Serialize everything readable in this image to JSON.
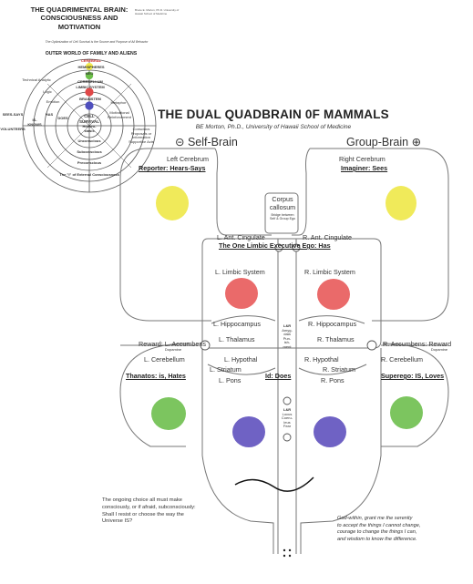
{
  "inset": {
    "title": "THE QUADRIMENTAL BRAIN: CONSCIOUSNESS AND MOTIVATION",
    "author": "Bruce E. Morton, Ph.D. University of Hawaii School of Medicine",
    "subtitle": "The Optimization of Cell Survival is the Source and Purpose of All Behavior",
    "outer_world": "OUTER WORLD OF FAMILY AND ALIENS",
    "core": [
      "CELL",
      "SURVIVAL",
      "Homeo-",
      "stasis"
    ],
    "labels": {
      "cerebral": "CEREBRAL",
      "hemispheres": "HEMISPHERES",
      "neo": "NEO",
      "cerebellum": "CEREBELLUM",
      "limbic": "LIMBIC SYSTEM",
      "brainstem": "BRAINSTEM",
      "unconscious": "Unconscious",
      "subconscious": "Subconscious",
      "preconscious": "Preconscious",
      "external": "The \"I\" of External Consciousness",
      "sees_says": "SEES-SAYS",
      "volunteers": "VOLUNTEERS",
      "is_knows": "IS-KNOWS",
      "has": "HAS",
      "does": "DOES",
      "technical": "Technical Analytic",
      "logic": "Logic",
      "emotion": "Emotion",
      "metaphor": "Metaphor",
      "motivational": "Motivational Reinforcement",
      "conscious_proposals": "Conscious Proposals or Information Supportive Acts"
    }
  },
  "title": "THE DUAL QUADBRAIN 0F MAMMALS",
  "author": "BE Morton, Ph.D., University of Hawaii School of Medicine",
  "self_brain": {
    "symbol": "⊝",
    "label": "Self-Brain"
  },
  "group_brain": {
    "symbol": "⊕",
    "label": "Group-Brain"
  },
  "left_cerebrum": {
    "name": "Left Cerebrum",
    "role": "Reporter: Hears-Says"
  },
  "right_cerebrum": {
    "name": "Right Cerebrum",
    "role": "Imaginer: Sees"
  },
  "corpus": {
    "line1": "Corpus",
    "line2": "callosum",
    "note": "Bridge between Self & Group Ego"
  },
  "cingulate": {
    "left": "L. Ant. Cingulate",
    "right": "R. Ant. Cingulate"
  },
  "ego": "The One Limbic Executive Ego: Has",
  "limbic": {
    "left": "L. Limbic System",
    "right": "R. Limbic System"
  },
  "hippocampus": {
    "left": "L. Hippocampus",
    "right": "R. Hippocampus"
  },
  "thalamus": {
    "left": "L. Thalamus",
    "right": "R. Thalamus"
  },
  "hypothal": {
    "left": "L. Hypothal",
    "right": "R. Hypothal"
  },
  "striatum": {
    "left": "L. Striatum",
    "right": "R. Striatum"
  },
  "pons": {
    "left": "L. Pons",
    "right": "R. Pons"
  },
  "cerebellum": {
    "left": "L. Cerebellum",
    "right": "R. Cerebellum"
  },
  "reward_left": {
    "label": "Reward: L. Accumbens",
    "sub": "Dopamine"
  },
  "reward_right": {
    "label": "R. Accumbens: Reward",
    "sub": "Dopamine"
  },
  "thanatos": "Thanatos: is, Hates",
  "superego": "Superego: IS, Loves",
  "id": "Id: Does",
  "center_upper": [
    "L&R",
    "Amyg-",
    "dala",
    "Pun-",
    "ish-",
    "ment"
  ],
  "center_lower": [
    "L&R",
    "Locus",
    "Coeru-",
    "leus",
    "Fear"
  ],
  "choice_note": [
    "The ongoing choice all must make",
    "consciously, or if afraid, subconsciously:",
    "Shall I resist or choose the way the",
    "Universe IS?"
  ],
  "serenity_note": [
    "God-within, grant me the serenity",
    "to accept the things I cannot change,",
    "courage to change the things I can,",
    "and wisdom to know the difference."
  ],
  "colors": {
    "yellow": "#f0ea5a",
    "red": "#ea6a6a",
    "green": "#7cc55f",
    "blue": "#6f62c4",
    "inset_yellow": "#f2e84c",
    "inset_green": "#6cbf49",
    "inset_blue": "#4f4fbd",
    "inset_red": "#e04848"
  }
}
